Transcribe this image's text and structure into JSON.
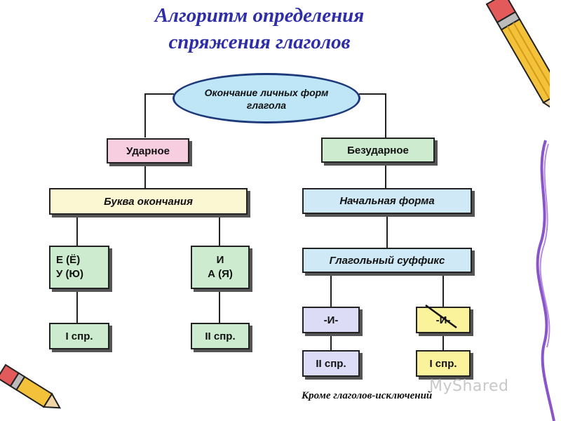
{
  "title": {
    "line1": "Алгоритм определения",
    "line2": "спряжения глаголов"
  },
  "root": {
    "line1": "Окончание личных форм",
    "line2": "глагола"
  },
  "stressed": {
    "label": "Ударное",
    "letter_box": "Буква окончания",
    "group1": {
      "line1": "Е (Ё)",
      "line2": "У (Ю)",
      "result": "I спр."
    },
    "group2": {
      "line1": "И",
      "line2": "А (Я)",
      "result": "II спр."
    }
  },
  "unstressed": {
    "label": "Безударное",
    "initial_form": "Начальная форма",
    "suffix_box": "Глагольный суффикс",
    "branch1": {
      "suffix": "-И-",
      "result": "II спр."
    },
    "branch2": {
      "suffix": "-И-",
      "crossed": true,
      "result": "I спр."
    }
  },
  "footnote": "Кроме глаголов-исключений",
  "watermark": "MyShared",
  "colors": {
    "title": "#2e2ea8",
    "ellipse_fill": "#bfe6f7",
    "stressed_fill": "#f7cde0",
    "unstressed_fill": "#cdeccf",
    "letter_box_fill": "#fbf7d2",
    "initial_form_fill": "#cfe9f6",
    "branch2_fill": "#fbf39b",
    "result_fill": "#dcdcf6",
    "ribbon": "#8a55c9"
  },
  "decorations": {
    "top_right": "pencil-icon",
    "bottom_left": "pencil-icon"
  }
}
